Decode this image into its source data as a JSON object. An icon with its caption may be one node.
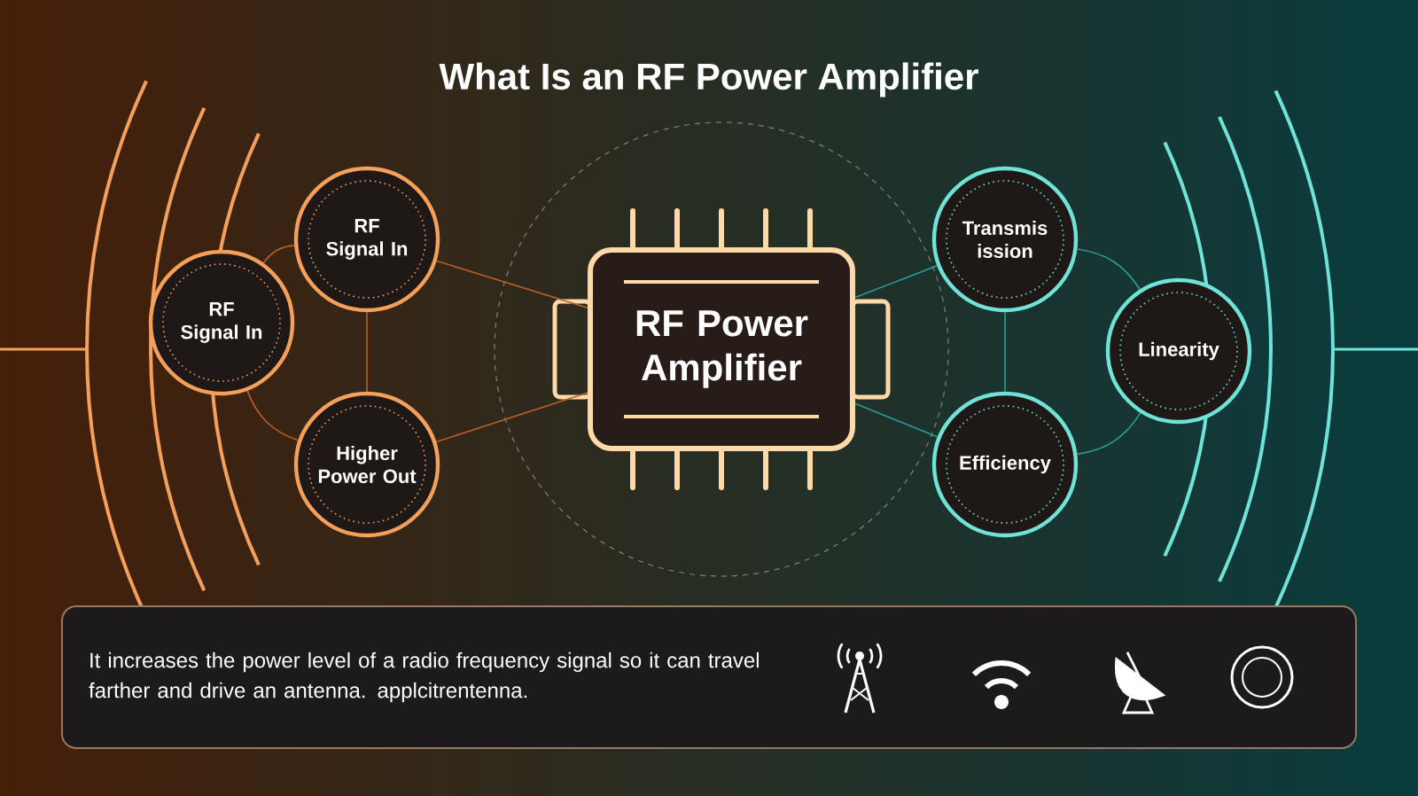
{
  "diagram": {
    "title": "What Is an RF Power Amplifier",
    "nodes": [
      {
        "text": [
          "RF Signal In"
        ]
      },
      {
        "text": [
          "RF Signal In"
        ]
      },
      {
        "text": [
          "Higher Power Out"
        ]
      },
      {
        "text": [
          "RF Power Amplifier"
        ]
      },
      {
        "text": [
          "Transmis ission"
        ]
      },
      {
        "text": [
          "Efficiency"
        ]
      },
      {
        "text": [
          "Linearity"
        ]
      },
      {
        "text": [
          "It increases the power level of a radio frequency signal so it can travel farther and drive an antenna. applcitrentenna."
        ]
      }
    ],
    "edges": [
      {
        "from": 0,
        "to": 1,
        "arrow": "none",
        "color": "#b8602a"
      },
      {
        "from": 0,
        "to": 2,
        "arrow": "none",
        "color": "#b8602a"
      },
      {
        "from": 1,
        "to": 2,
        "arrow": "none",
        "color": "#b8602a"
      },
      {
        "from": 1,
        "to": 3,
        "arrow": "none",
        "color": "#b8602a"
      },
      {
        "from": 2,
        "to": 3,
        "arrow": "none",
        "color": "#b8602a"
      },
      {
        "from": 4,
        "to": 3,
        "arrow": "none",
        "color": "#2a9c96"
      },
      {
        "from": 5,
        "to": 3,
        "arrow": "none",
        "color": "#2a9c96"
      },
      {
        "from": 4,
        "to": 5,
        "arrow": "none",
        "color": "#2a9c96"
      },
      {
        "from": 6,
        "to": 4,
        "arrow": "none",
        "color": "#2a9c96"
      },
      {
        "from": 6,
        "to": 5,
        "arrow": "none",
        "color": "#2a9c96"
      }
    ]
  }
}
